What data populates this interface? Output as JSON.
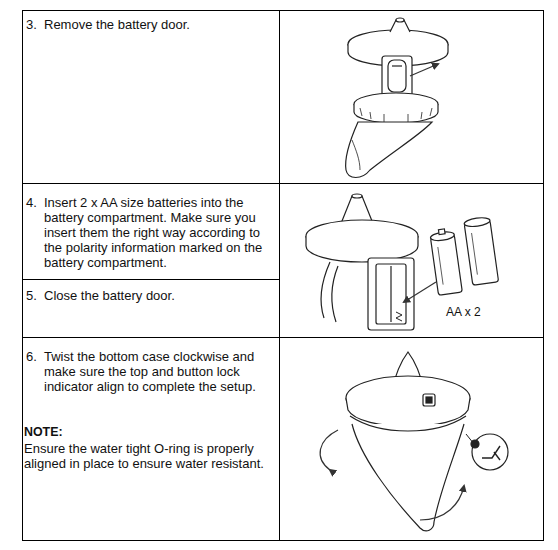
{
  "diagram": {
    "labels": [
      "3.",
      "Remove the battery door.",
      "4.",
      "Insert 2 x AA size batteries into the battery compartment. Make sure you insert them the right way according to the polarity information marked on the battery compartment.",
      "5.",
      "Close the battery door.",
      "6.",
      "Twist the bottom case clockwise and make sure the top and button lock indicator align to complete the setup.",
      "NOTE:",
      "Ensure the water tight O-ring is properly aligned in place to ensure water resistant.",
      "AA x 2"
    ]
  }
}
